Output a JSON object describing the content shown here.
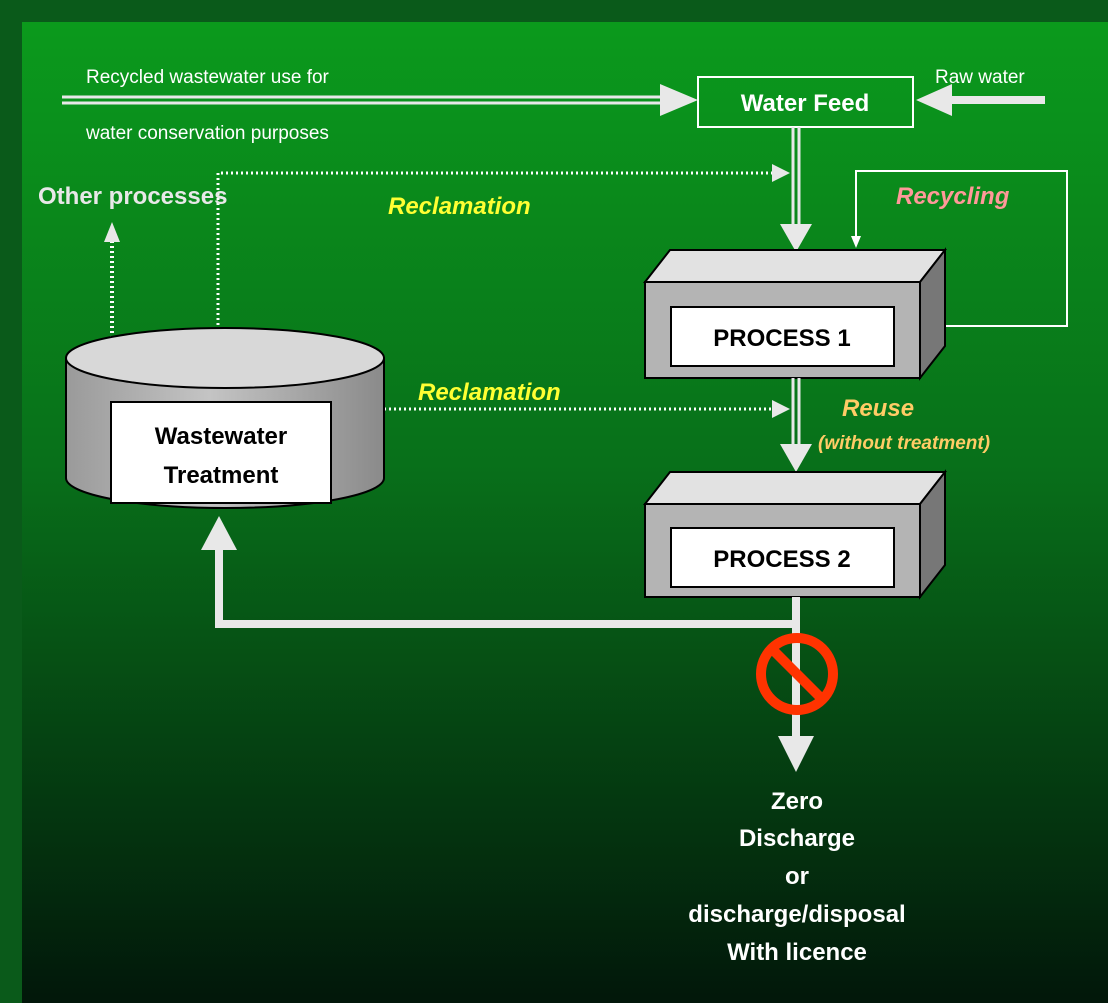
{
  "top_note": {
    "line1": "Recycled wastewater use for",
    "line2": "water conservation purposes"
  },
  "water_feed": {
    "label": "Water Feed"
  },
  "raw_water": {
    "label": "Raw water"
  },
  "other_processes": {
    "label": "Other processes"
  },
  "reclamation_upper": {
    "label": "Reclamation"
  },
  "reclamation_lower": {
    "label": "Reclamation"
  },
  "recycling": {
    "label": "Recycling"
  },
  "reuse": {
    "label": "Reuse",
    "note": "(without treatment)"
  },
  "process1": {
    "label": "PROCESS 1"
  },
  "process2": {
    "label": "PROCESS 2"
  },
  "wastewater_treatment": {
    "line1": "Wastewater",
    "line2": "Treatment"
  },
  "outcome": {
    "line1": "Zero",
    "line2": "Discharge",
    "line3": "or",
    "line4": "discharge/disposal",
    "line5": "With licence"
  },
  "colors": {
    "frame": "#0a5a1a",
    "reclamation_text": "#ffff33",
    "recycling_text": "#ff9999",
    "reuse_text": "#ffcc66",
    "prohibited_sign": "#ff3300",
    "flow_line": "#e8e8e8"
  }
}
